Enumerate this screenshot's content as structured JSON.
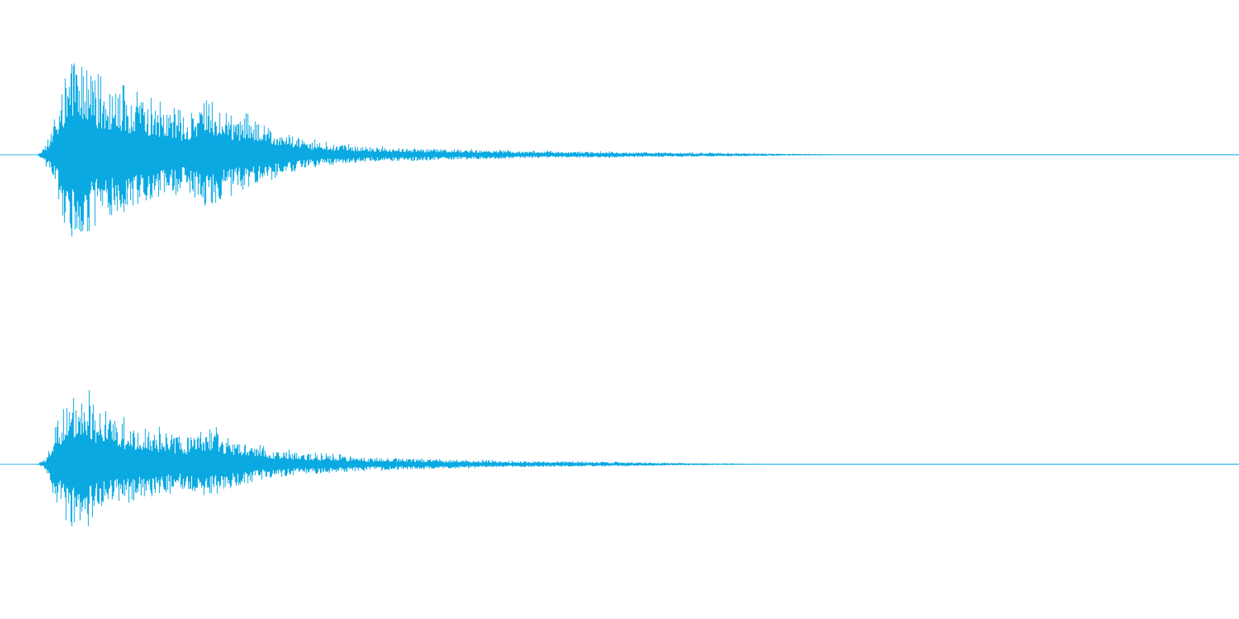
{
  "colors": {
    "background": "#ffffff",
    "waveform": "#0aa9e2"
  },
  "chart_data": {
    "type": "area",
    "title": "",
    "xlabel": "",
    "ylabel": "",
    "grid": false,
    "legend": "none",
    "x_domain": [
      0,
      1
    ],
    "y_domain": [
      -1,
      1
    ],
    "channels": [
      {
        "peak_envelope": [
          [
            0.0,
            0.0
          ],
          [
            0.03,
            0.0
          ],
          [
            0.036,
            0.08
          ],
          [
            0.045,
            0.35
          ],
          [
            0.052,
            0.78
          ],
          [
            0.06,
            1.0
          ],
          [
            0.069,
            0.95
          ],
          [
            0.08,
            0.72
          ],
          [
            0.098,
            0.64
          ],
          [
            0.115,
            0.55
          ],
          [
            0.13,
            0.48
          ],
          [
            0.15,
            0.38
          ],
          [
            0.168,
            0.6
          ],
          [
            0.185,
            0.42
          ],
          [
            0.21,
            0.34
          ],
          [
            0.235,
            0.2
          ],
          [
            0.26,
            0.12
          ],
          [
            0.3,
            0.08
          ],
          [
            0.36,
            0.06
          ],
          [
            0.42,
            0.04
          ],
          [
            0.5,
            0.03
          ],
          [
            0.58,
            0.02
          ],
          [
            0.64,
            0.01
          ],
          [
            0.69,
            0.003
          ],
          [
            1.0,
            0.0
          ]
        ]
      },
      {
        "peak_envelope": [
          [
            0.0,
            0.0
          ],
          [
            0.03,
            0.0
          ],
          [
            0.037,
            0.08
          ],
          [
            0.045,
            0.55
          ],
          [
            0.055,
            0.85
          ],
          [
            0.062,
            1.0
          ],
          [
            0.07,
            0.9
          ],
          [
            0.085,
            0.62
          ],
          [
            0.1,
            0.55
          ],
          [
            0.125,
            0.45
          ],
          [
            0.15,
            0.35
          ],
          [
            0.168,
            0.48
          ],
          [
            0.19,
            0.32
          ],
          [
            0.215,
            0.2
          ],
          [
            0.25,
            0.14
          ],
          [
            0.3,
            0.09
          ],
          [
            0.35,
            0.07
          ],
          [
            0.42,
            0.04
          ],
          [
            0.5,
            0.03
          ],
          [
            0.56,
            0.015
          ],
          [
            0.62,
            0.006
          ],
          [
            0.66,
            0.002
          ],
          [
            1.0,
            0.0
          ]
        ]
      }
    ]
  }
}
